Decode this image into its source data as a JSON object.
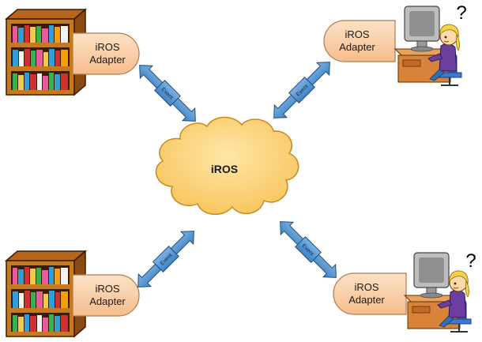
{
  "cloud": {
    "label": "iROS"
  },
  "adapters": [
    {
      "id": "top-left",
      "line1": "iROS",
      "line2": "Adapter"
    },
    {
      "id": "top-right",
      "line1": "iROS",
      "line2": "Adapter"
    },
    {
      "id": "bottom-left",
      "line1": "iROS",
      "line2": "Adapter"
    },
    {
      "id": "bottom-right",
      "line1": "iROS",
      "line2": "Adapter"
    }
  ],
  "arrows": [
    {
      "id": "top-left",
      "label": "Event"
    },
    {
      "id": "top-right",
      "label": "Event"
    },
    {
      "id": "bottom-left",
      "label": "Event"
    },
    {
      "id": "bottom-right",
      "label": "Event"
    }
  ],
  "question_mark": "?",
  "icons": {
    "library": "bookshelf-icon",
    "user": "user-at-computer-icon"
  },
  "colors": {
    "cloud_fill": "#fdd77f",
    "adapter_fill": "#fad3ad",
    "arrow_fill": "#5b9bd5",
    "arrow_stroke": "#1f4e79"
  }
}
